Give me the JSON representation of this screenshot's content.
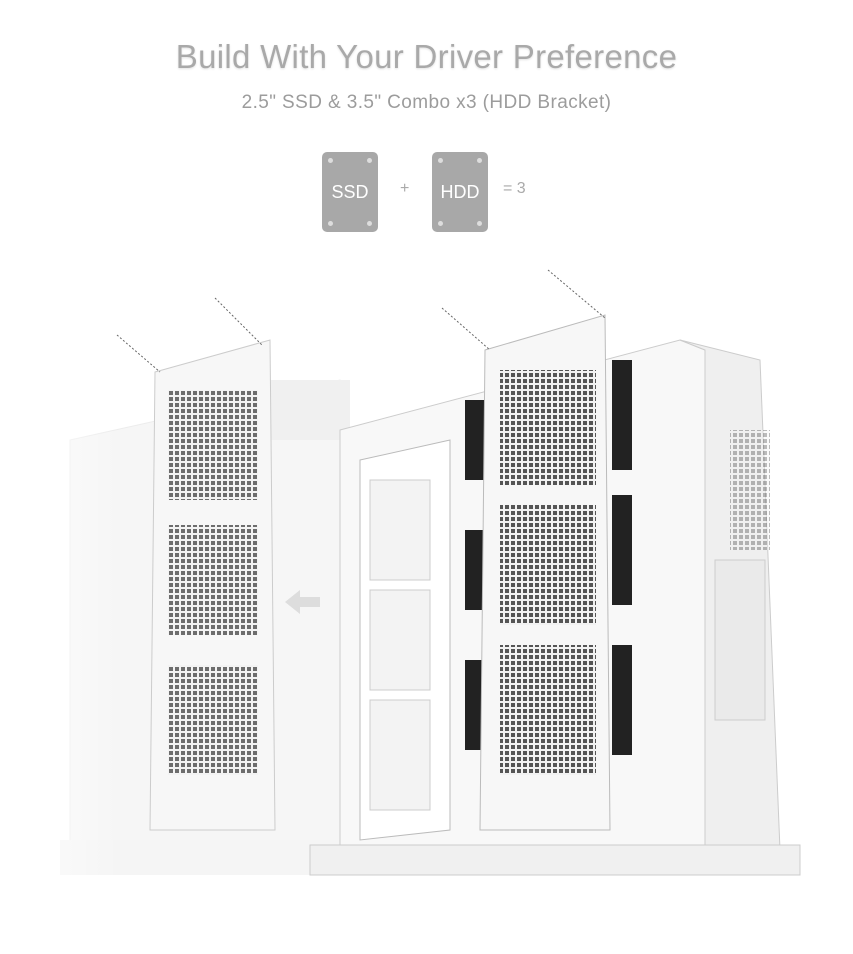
{
  "header": {
    "title": "Build With Your Driver Preference",
    "subtitle": "2.5\" SSD & 3.5\" Combo x3 (HDD Bracket)"
  },
  "equation": {
    "ssd_label": "SSD",
    "plus": "+",
    "hdd_label": "HDD",
    "result": "= 3"
  },
  "colors": {
    "icon_gray": "#a8a8a8",
    "text_gray": "#a9a9a9"
  }
}
